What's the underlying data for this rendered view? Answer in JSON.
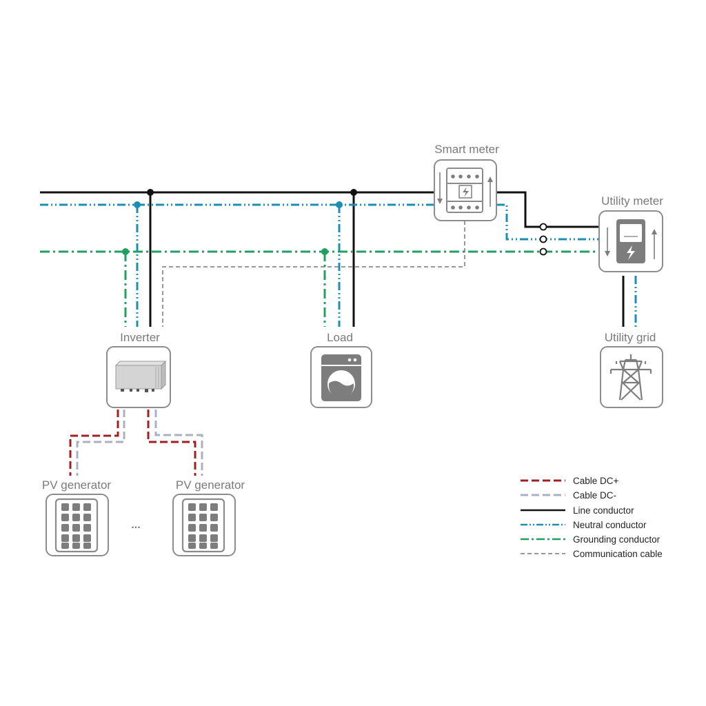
{
  "labels": {
    "smart_meter": "Smart meter",
    "utility_meter": "Utility meter",
    "inverter": "Inverter",
    "load": "Load",
    "utility_grid": "Utility grid",
    "pv_generator_1": "PV generator",
    "pv_generator_2": "PV generator",
    "ellipsis": "..."
  },
  "legend": [
    {
      "label": "Cable DC+",
      "color": "#a31f1f",
      "style": "dashed"
    },
    {
      "label": "Cable DC-",
      "color": "#a9b0c3",
      "style": "dashed"
    },
    {
      "label": "Line conductor",
      "color": "#111111",
      "style": "solid"
    },
    {
      "label": "Neutral conductor",
      "color": "#1b8fb3",
      "style": "dash-dot-dot"
    },
    {
      "label": "Grounding conductor",
      "color": "#1fa060",
      "style": "dash-dot"
    },
    {
      "label": "Communication cable",
      "color": "#777777",
      "style": "fine-dashed"
    }
  ],
  "colors": {
    "line": "#111111",
    "neutral": "#1b8fb3",
    "ground": "#1fa060",
    "comm": "#777777",
    "dc_plus": "#a31f1f",
    "dc_minus": "#a9b0c3",
    "box_border": "#8c8c8c",
    "icon_fill": "#7d7d7d"
  },
  "icons": {
    "smart_meter": "smart-meter-icon",
    "utility_meter": "utility-meter-icon",
    "inverter": "inverter-icon",
    "load": "washing-machine-icon",
    "utility_grid": "power-pylon-icon",
    "pv_generator": "solar-panel-icon"
  }
}
